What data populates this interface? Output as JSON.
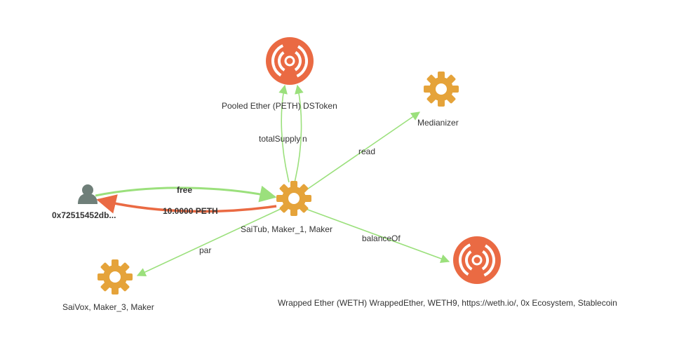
{
  "colors": {
    "token": "#ea6a43",
    "contract": "#e5a33a",
    "account": "#6f7f79",
    "edge_call": "#9be07c",
    "edge_transfer": "#ea6a43",
    "text": "#333333"
  },
  "nodes": {
    "peth": {
      "label": "Pooled Ether (PETH) DSToken",
      "kind": "token-icon"
    },
    "medianizer": {
      "label": "Medianizer",
      "kind": "gear-icon"
    },
    "account": {
      "label": "0x72515452db...",
      "kind": "user-icon"
    },
    "saitub": {
      "label": "SaiTub, Maker_1, Maker",
      "kind": "gear-icon"
    },
    "saivox": {
      "label": "SaiVox, Maker_3, Maker",
      "kind": "gear-icon"
    },
    "weth": {
      "label": "Wrapped Ether (WETH) WrappedEther, WETH9, https://weth.io/, 0x Ecosystem, Stablecoin",
      "kind": "token-icon"
    }
  },
  "edges": {
    "total_supply": "totalSupply",
    "total_supply_2": "n",
    "read": "read",
    "free": "free",
    "peth_transfer": "10.0000 PETH",
    "balance_of": "balanceOf",
    "par": "par"
  }
}
